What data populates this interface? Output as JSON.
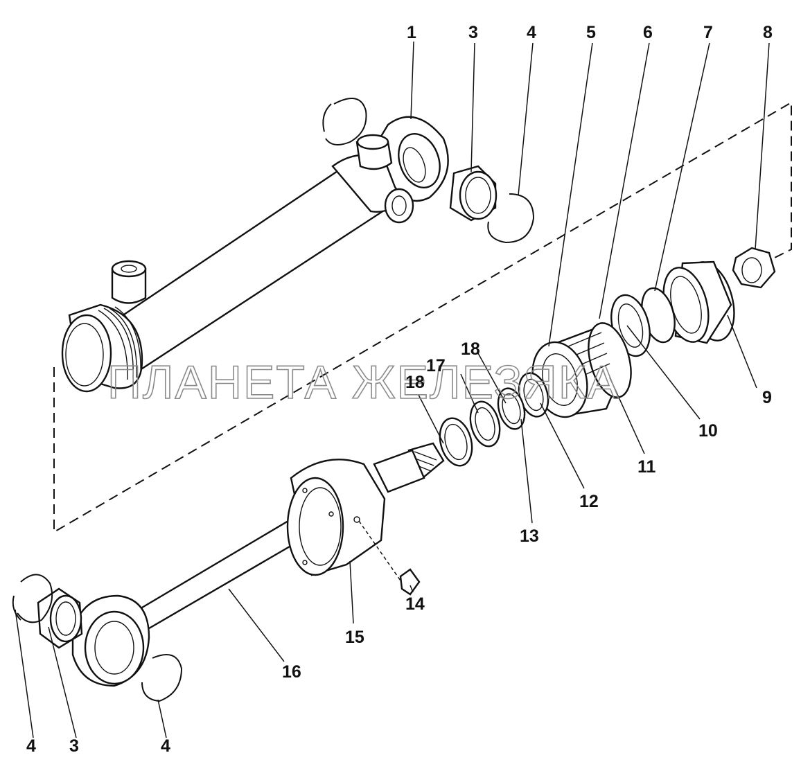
{
  "watermark": "ПЛАНЕТА ЖЕЛЕЗЯКА",
  "callouts": [
    "1",
    "3",
    "4",
    "5",
    "6",
    "7",
    "8",
    "9",
    "10",
    "11",
    "12",
    "13",
    "14",
    "15",
    "16",
    "17",
    "18",
    "18",
    "4",
    "3",
    "4"
  ]
}
